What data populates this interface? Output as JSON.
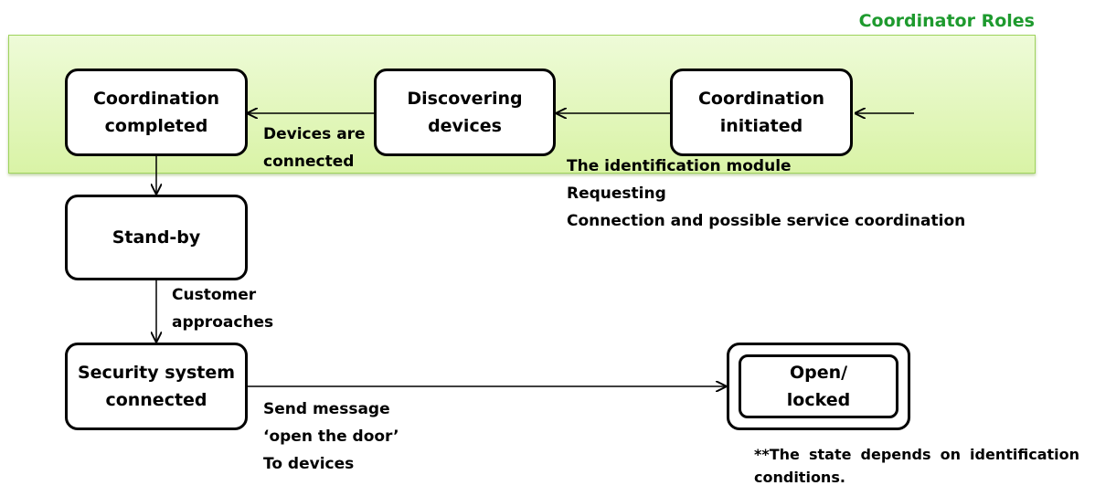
{
  "region": {
    "title": "Coordinator Roles"
  },
  "states": {
    "coordination_completed": "Coordination\ncompleted",
    "discovering_devices": "Discovering\ndevices",
    "coordination_initiated": "Coordination\ninitiated",
    "standby": "Stand-by",
    "security_connected": "Security system\nconnected",
    "open_locked": "Open/\nlocked"
  },
  "transitions": {
    "devices_connected": [
      "Devices are",
      "connected"
    ],
    "identification": [
      "The identification module",
      "Requesting",
      "Connection and possible service coordination"
    ],
    "customer_approaches": [
      "Customer",
      "approaches"
    ],
    "send_message": [
      "Send message",
      "‘open the door’",
      "To devices"
    ]
  },
  "note": "**The state depends on identification conditions."
}
